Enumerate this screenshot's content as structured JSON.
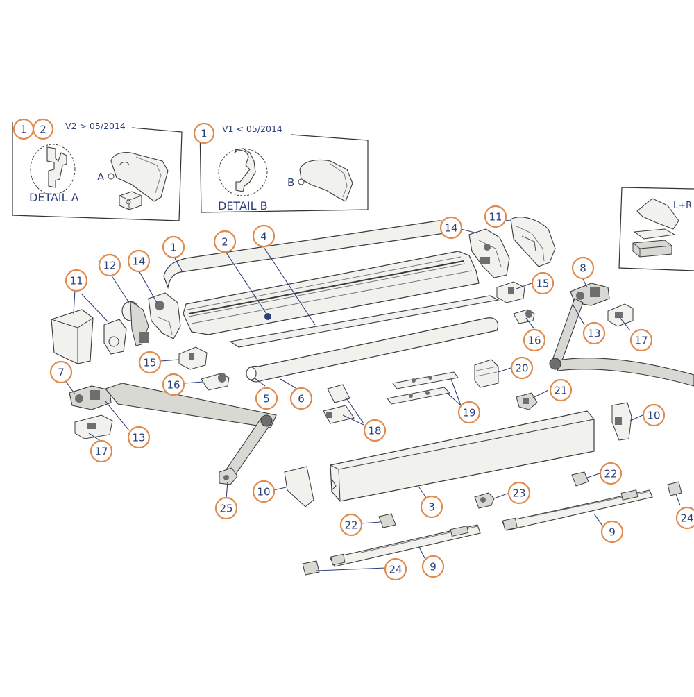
{
  "colors": {
    "callout_ring": "#e08a4c",
    "callout_text": "#2b3f7a",
    "outline": "#3a3a3a",
    "fill_light": "#f1f1ee",
    "fill_shade": "#d9d9d4",
    "fill_dark": "#6e6e6e",
    "leader": "#2b3f7a",
    "box_frame": "#333333"
  },
  "insets": {
    "v2": {
      "title": "V2 > 05/2014",
      "detail_label": "DETAIL A",
      "marker": "A",
      "callouts": [
        "1",
        "2"
      ]
    },
    "v1": {
      "title": "V1 < 05/2014",
      "detail_label": "DETAIL B",
      "marker": "B",
      "callouts": [
        "1"
      ]
    },
    "side": {
      "label": "L+R"
    }
  },
  "callouts": [
    {
      "id": "c1-top",
      "label": "1"
    },
    {
      "id": "c2",
      "label": "2"
    },
    {
      "id": "c4",
      "label": "4"
    },
    {
      "id": "c14-r",
      "label": "14"
    },
    {
      "id": "c11-r",
      "label": "11"
    },
    {
      "id": "c15-r",
      "label": "15"
    },
    {
      "id": "c16-r",
      "label": "16"
    },
    {
      "id": "c8",
      "label": "8"
    },
    {
      "id": "c13-r",
      "label": "13"
    },
    {
      "id": "c17-r",
      "label": "17"
    },
    {
      "id": "c11-l",
      "label": "11"
    },
    {
      "id": "c12",
      "label": "12"
    },
    {
      "id": "c14-l",
      "label": "14"
    },
    {
      "id": "c15-l",
      "label": "15"
    },
    {
      "id": "c16-l",
      "label": "16"
    },
    {
      "id": "c7",
      "label": "7"
    },
    {
      "id": "c13-l",
      "label": "13"
    },
    {
      "id": "c17-l",
      "label": "17"
    },
    {
      "id": "c5",
      "label": "5"
    },
    {
      "id": "c6",
      "label": "6"
    },
    {
      "id": "c18",
      "label": "18"
    },
    {
      "id": "c19",
      "label": "19"
    },
    {
      "id": "c20",
      "label": "20"
    },
    {
      "id": "c21",
      "label": "21"
    },
    {
      "id": "c10-r",
      "label": "10"
    },
    {
      "id": "c10-l",
      "label": "10"
    },
    {
      "id": "c25",
      "label": "25"
    },
    {
      "id": "c3",
      "label": "3"
    },
    {
      "id": "c22-r",
      "label": "22"
    },
    {
      "id": "c23",
      "label": "23"
    },
    {
      "id": "c9-r",
      "label": "9"
    },
    {
      "id": "c24-r",
      "label": "24"
    },
    {
      "id": "c22-l",
      "label": "22"
    },
    {
      "id": "c9-l",
      "label": "9"
    },
    {
      "id": "c24-l",
      "label": "24"
    }
  ]
}
